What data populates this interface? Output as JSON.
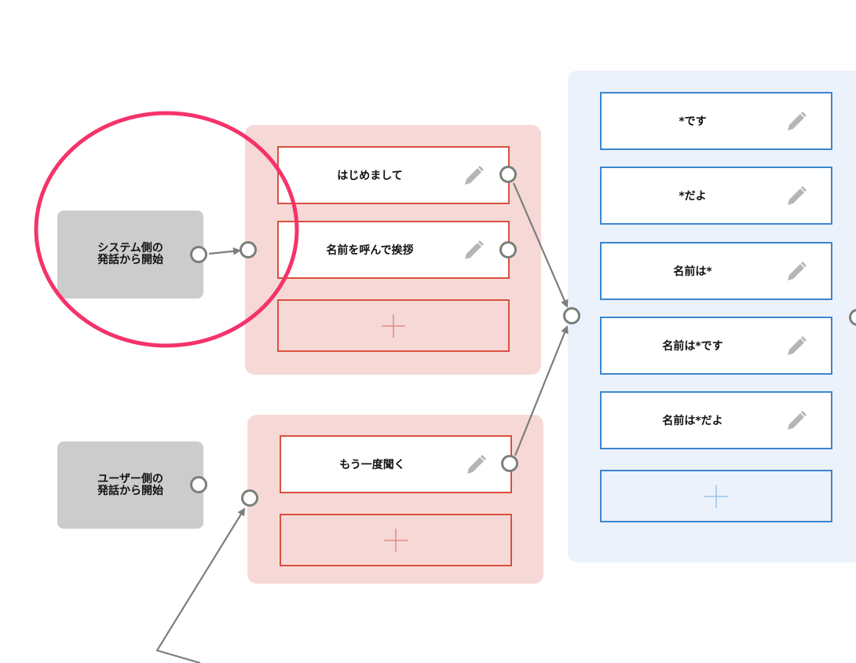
{
  "start_blocks": {
    "system": "システム側の\n発話から開始",
    "user": "ユーザー側の\n発話から開始"
  },
  "group1": {
    "cards": [
      "はじめまして",
      "名前を呼んで挨拶"
    ]
  },
  "group2": {
    "cards": [
      "もう一度聞く"
    ]
  },
  "group3": {
    "cards": [
      "*です",
      "*だよ",
      "名前は*",
      "名前は*です",
      "名前は*だよ"
    ]
  },
  "icons": {
    "edit": "pencil-icon",
    "add": "plus-icon",
    "port": "connector-port"
  },
  "colors": {
    "highlight_circle": "#f5336a",
    "system_group_bg": "#f6d9d6",
    "system_card_border": "#d9503f",
    "user_group_bg": "#ebf2fb",
    "user_card_border": "#3c86cf",
    "connector": "#7a7f7a",
    "start_block_bg": "#cccccc"
  }
}
